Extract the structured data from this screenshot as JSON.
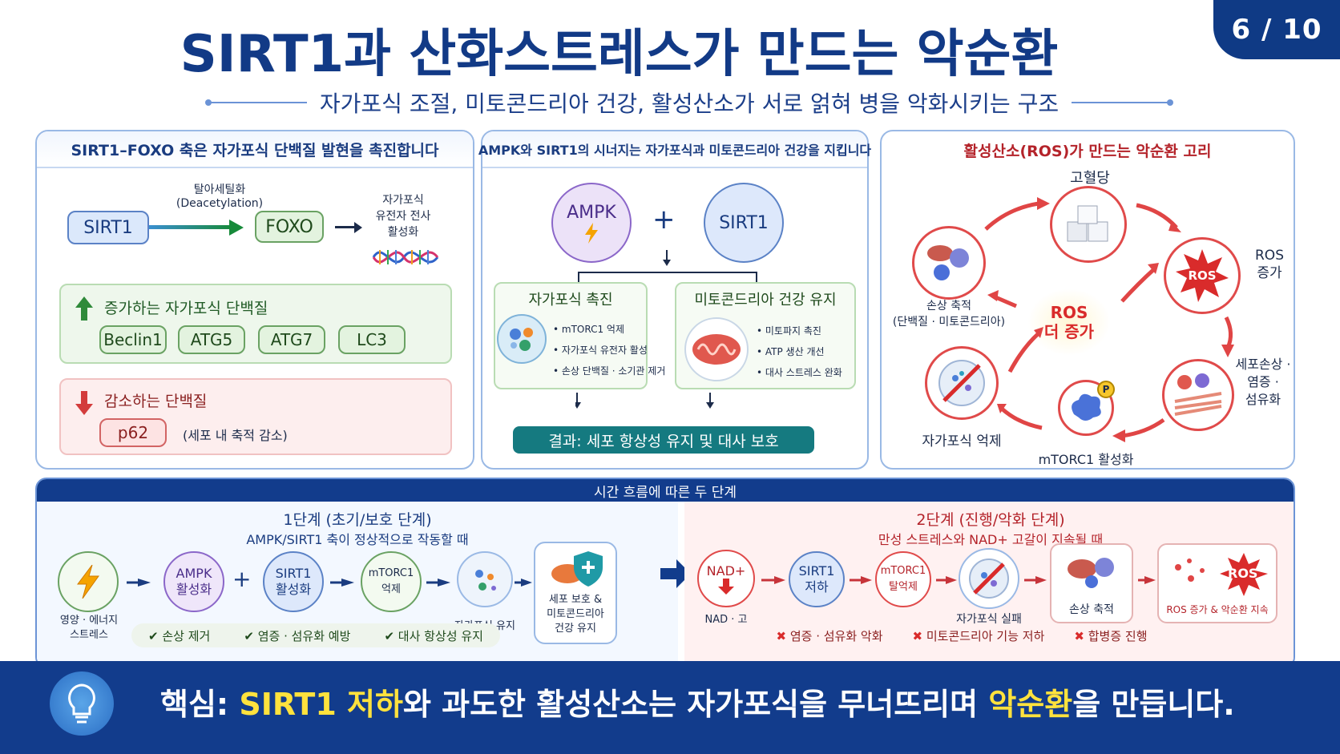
{
  "page_number": "6 / 10",
  "title": "SIRT1과 산화스트레스가 만드는 악순환",
  "subtitle": "자가포식 조절, 미토콘드리아 건강, 활성산소가 서로 얽혀 병을 악화시키는 구조",
  "panel1": {
    "heading": "SIRT1–FOXO 축은 자가포식 단백질 발현을 촉진합니다",
    "sirt1": "SIRT1",
    "arrow_label_ko": "탈아세틸화",
    "arrow_label_en": "(Deacetylation)",
    "foxo": "FOXO",
    "result_line1": "자가포식",
    "result_line2": "유전자 전사",
    "result_line3": "활성화",
    "increase_title": "증가하는 자가포식 단백질",
    "increase_items": [
      "Beclin1",
      "ATG5",
      "ATG7",
      "LC3"
    ],
    "decrease_title": "감소하는 단백질",
    "decrease_item": "p62",
    "decrease_note": "(세포 내 축적 감소)"
  },
  "panel2": {
    "heading": "AMPK와 SIRT1의 시너지는 자가포식과 미토콘드리아 건강을 지킵니다",
    "ampk": "AMPK",
    "plus": "+",
    "sirt1": "SIRT1",
    "left_title": "자가포식 촉진",
    "left_items": [
      "• mTORC1 억제",
      "• 자가포식 유전자 활성",
      "• 손상 단백질 · 소기관 제거"
    ],
    "right_title": "미토콘드리아 건강 유지",
    "right_items": [
      "• 미토파지 촉진",
      "• ATP 생산 개선",
      "• 대사 스트레스 완화"
    ],
    "result": "결과:  세포 항상성 유지 및 대사 보호"
  },
  "panel3": {
    "heading": "활성산소(ROS)가 만드는 악순환 고리",
    "hyperglycemia": "고혈당",
    "ros_badge": "ROS",
    "ros_increase_1": "ROS",
    "ros_increase_2": "증가",
    "cell_damage_1": "세포손상 ·",
    "cell_damage_2": "염증 ·",
    "cell_damage_3": "섬유화",
    "mtorc1": "mTORC1 활성화",
    "mtorc1_badge": "P",
    "autophagy_inhib": "자가포식 억제",
    "damage_1": "손상 축적",
    "damage_2": "(단백질 · 미토콘드리아)",
    "center_1": "ROS",
    "center_2": "더 증가"
  },
  "timeline": {
    "header": "시간 흐름에 따른 두 단계",
    "stage1_title": "1단계 (초기/보호 단계)",
    "stage1_sub": "AMPK/SIRT1 축이 정상적으로 작동할 때",
    "stage1_nodes": {
      "stress_1": "영양 · 에너지",
      "stress_2": "스트레스",
      "ampk_1": "AMPK",
      "ampk_2": "활성화",
      "plus": "+",
      "sirt1_1": "SIRT1",
      "sirt1_2": "활성화",
      "mtorc1_1": "mTORC1",
      "mtorc1_2": "억제",
      "autophagy": "자가포식 유지",
      "protect_1": "세포 보호 &",
      "protect_2": "미토콘드리아",
      "protect_3": "건강 유지"
    },
    "stage1_checks": [
      "손상 제거",
      "염증 · 섬유화 예방",
      "대사 항상성 유지"
    ],
    "stage2_title": "2단계 (진행/악화 단계)",
    "stage2_sub": "만성 스트레스와 NAD+ 고갈이 지속될 때",
    "stage2_nodes": {
      "nad_1": "NAD+",
      "nad_label": "NAD · 고",
      "sirt1_1": "SIRT1",
      "sirt1_2": "저하",
      "mtorc1_1": "mTORC1",
      "mtorc1_2": "탈억제",
      "autophagy_fail": "자가포식 실패",
      "damage": "손상 축적",
      "ros": "ROS",
      "ros_label": "ROS 증가 & 악순환 지속"
    },
    "stage2_crosses": [
      "염증 · 섬유화 악화",
      "미토콘드리아 기능 저하",
      "합병증 진행"
    ]
  },
  "core": {
    "prefix": "핵심:  ",
    "hl1": "SIRT1 저하",
    "mid": "와 과도한 활성산소는 자가포식을 무너뜨리며 ",
    "hl2": "악순환",
    "suffix": "을 만듭니다."
  },
  "colors": {
    "navy": "#123c8c",
    "accent_yellow": "#ffe23d",
    "ros_red": "#d92b2b",
    "green": "#2f8a3a"
  }
}
